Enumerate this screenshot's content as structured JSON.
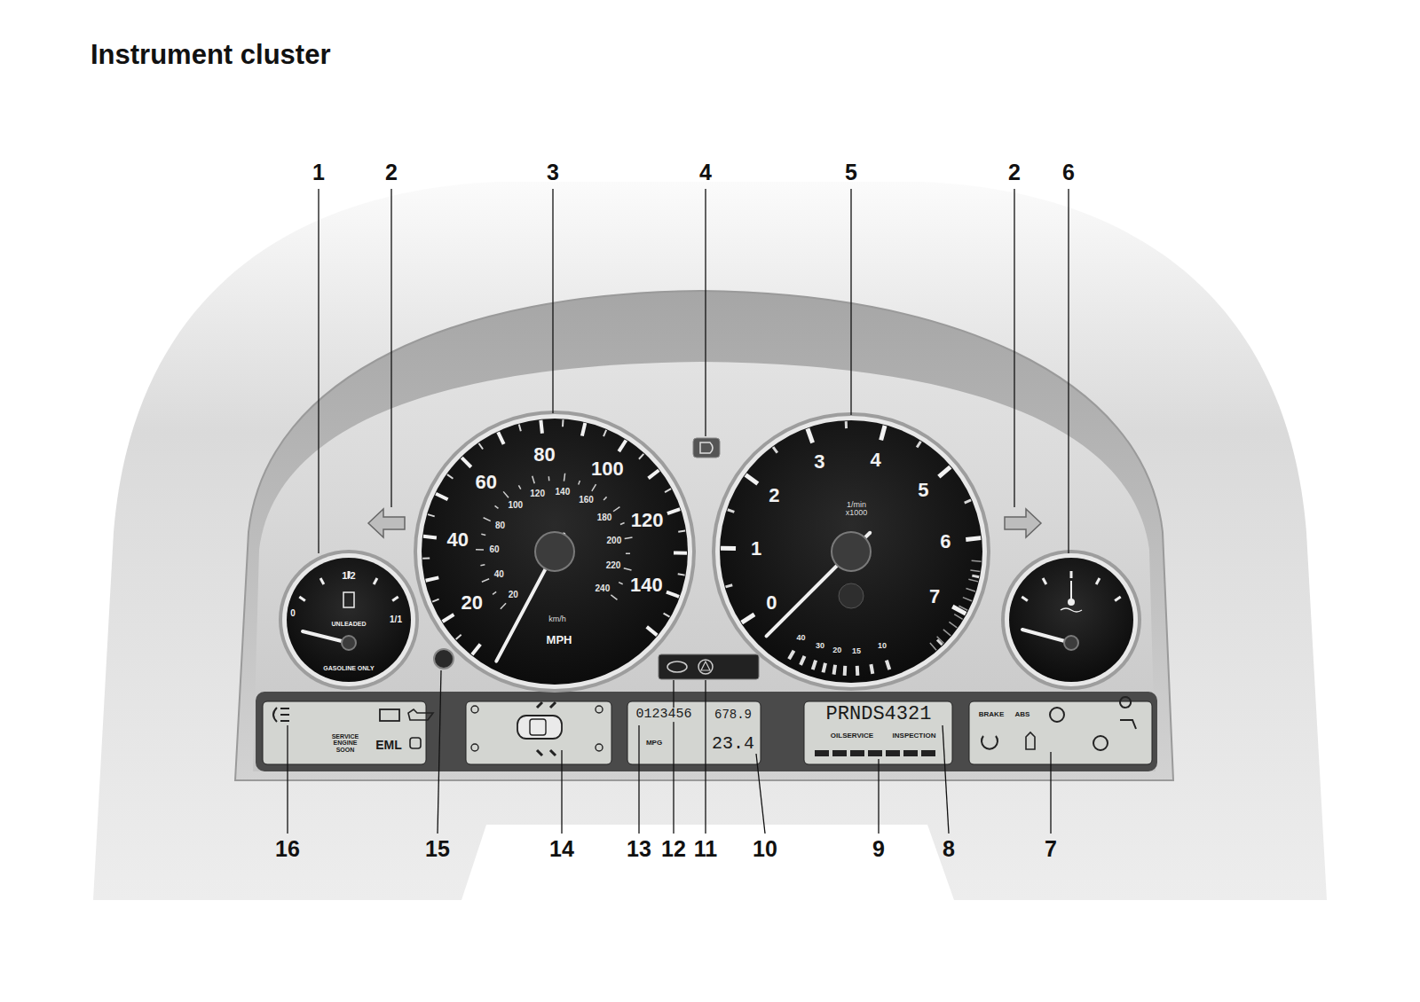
{
  "diagram": {
    "title": "Instrument cluster",
    "labels": [
      "1",
      "2",
      "3",
      "4",
      "5",
      "2",
      "6",
      "16",
      "15",
      "14",
      "13",
      "12",
      "11",
      "10",
      "9",
      "8",
      "7",
      "20",
      "40",
      "60",
      "80",
      "100",
      "120",
      "140",
      "20",
      "40",
      "60",
      "80",
      "100",
      "120",
      "140",
      "160",
      "180",
      "200",
      "220",
      "240",
      "km/h",
      "MPH",
      "0",
      "1",
      "2",
      "3",
      "4",
      "5",
      "6",
      "7",
      "1/min x1000",
      "40",
      "30",
      "20",
      "15",
      "10",
      "1/2",
      "0",
      "1/1",
      "UNLEADED",
      "GASOLINE ONLY",
      "0123456",
      "678.9",
      "MPG",
      "23.4",
      "PRNDS4321",
      "OILSERVICE",
      "INSPECTION",
      "SERVICE ENGINE SOON",
      "EML",
      "BRAKE",
      "ABS"
    ]
  }
}
